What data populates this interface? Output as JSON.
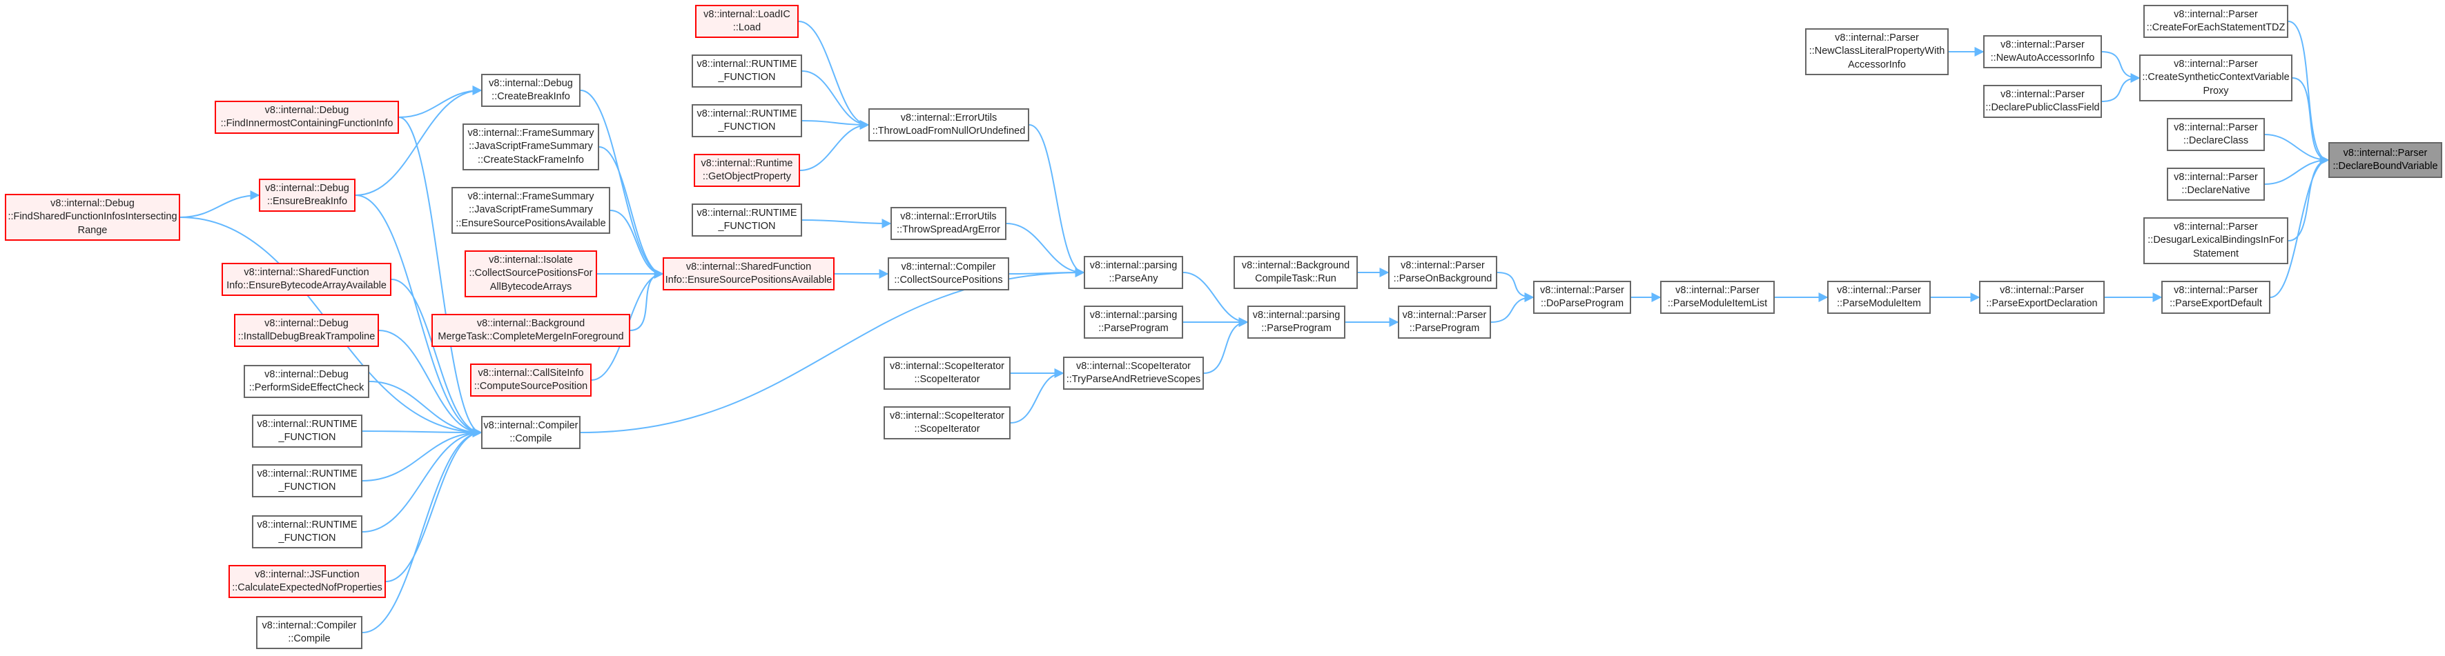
{
  "colors": {
    "edge": "#63b8ff",
    "node_border": "#666666",
    "incomplete_border": "#ff0000",
    "incomplete_fill": "#fff0f0",
    "selected_fill": "#999999"
  },
  "nodes": {
    "n_dbv": {
      "label": "v8::internal::Parser\n::DeclareBoundVariable",
      "style": "selected"
    },
    "n_cfest": {
      "label": "v8::internal::Parser\n::CreateForEachStatementTDZ",
      "style": "normal"
    },
    "n_cscvp": {
      "label": "v8::internal::Parser\n::CreateSyntheticContextVariable\nProxy",
      "style": "normal"
    },
    "n_dclass": {
      "label": "v8::internal::Parser\n::DeclareClass",
      "style": "normal"
    },
    "n_dnative": {
      "label": "v8::internal::Parser\n::DeclareNative",
      "style": "normal"
    },
    "n_dlbifs": {
      "label": "v8::internal::Parser\n::DesugarLexicalBindingsInFor\nStatement",
      "style": "normal"
    },
    "n_ped": {
      "label": "v8::internal::Parser\n::ParseExportDefault",
      "style": "normal"
    },
    "n_naai": {
      "label": "v8::internal::Parser\n::NewAutoAccessorInfo",
      "style": "normal"
    },
    "n_dpcf": {
      "label": "v8::internal::Parser\n::DeclarePublicClassField",
      "style": "normal"
    },
    "n_nclpwai": {
      "label": "v8::internal::Parser\n::NewClassLiteralPropertyWith\nAccessorInfo",
      "style": "normal"
    },
    "n_pedecl": {
      "label": "v8::internal::Parser\n::ParseExportDeclaration",
      "style": "normal"
    },
    "n_pmi": {
      "label": "v8::internal::Parser\n::ParseModuleItem",
      "style": "normal"
    },
    "n_pmil": {
      "label": "v8::internal::Parser\n::ParseModuleItemList",
      "style": "normal"
    },
    "n_dpp": {
      "label": "v8::internal::Parser\n::DoParseProgram",
      "style": "normal"
    },
    "n_pob": {
      "label": "v8::internal::Parser\n::ParseOnBackground",
      "style": "normal"
    },
    "n_pprog": {
      "label": "v8::internal::Parser\n::ParseProgram",
      "style": "normal"
    },
    "n_bctrun": {
      "label": "v8::internal::Background\nCompileTask::Run",
      "style": "normal"
    },
    "n_parsingpp": {
      "label": "v8::internal::parsing\n::ParseProgram",
      "style": "normal"
    },
    "n_parsingpp2": {
      "label": "v8::internal::parsing\n::ParseProgram",
      "style": "normal"
    },
    "n_parseany": {
      "label": "v8::internal::parsing\n::ParseAny",
      "style": "normal"
    },
    "n_sitrars": {
      "label": "v8::internal::ScopeIterator\n::TryParseAndRetrieveScopes",
      "style": "normal"
    },
    "n_si1": {
      "label": "v8::internal::ScopeIterator\n::ScopeIterator",
      "style": "normal"
    },
    "n_si2": {
      "label": "v8::internal::ScopeIterator\n::ScopeIterator",
      "style": "normal"
    },
    "n_eutlfnou": {
      "label": "v8::internal::ErrorUtils\n::ThrowLoadFromNullOrUndefined",
      "style": "normal"
    },
    "n_eutsae": {
      "label": "v8::internal::ErrorUtils\n::ThrowSpreadArgError",
      "style": "normal"
    },
    "n_ccsp": {
      "label": "v8::internal::Compiler\n::CollectSourcePositions",
      "style": "normal"
    },
    "n_loadic": {
      "label": "v8::internal::LoadIC\n::Load",
      "style": "red"
    },
    "n_rf1": {
      "label": "v8::internal::RUNTIME\n_FUNCTION",
      "style": "normal"
    },
    "n_rf2": {
      "label": "v8::internal::RUNTIME\n_FUNCTION",
      "style": "normal"
    },
    "n_rgop": {
      "label": "v8::internal::Runtime\n::GetObjectProperty",
      "style": "red"
    },
    "n_rf3": {
      "label": "v8::internal::RUNTIME\n_FUNCTION",
      "style": "normal"
    },
    "n_sfiesp": {
      "label": "v8::internal::SharedFunction\nInfo::EnsureSourcePositionsAvailable",
      "style": "red"
    },
    "n_dcbi": {
      "label": "v8::internal::Debug\n::CreateBreakInfo",
      "style": "normal"
    },
    "n_fsjfscsfi": {
      "label": "v8::internal::FrameSummary\n::JavaScriptFrameSummary\n::CreateStackFrameInfo",
      "style": "normal"
    },
    "n_fsjfsespa": {
      "label": "v8::internal::FrameSummary\n::JavaScriptFrameSummary\n::EnsureSourcePositionsAvailable",
      "style": "normal"
    },
    "n_icspfaba": {
      "label": "v8::internal::Isolate\n::CollectSourcePositionsFor\nAllBytecodeArrays",
      "style": "red"
    },
    "n_bmtcmif": {
      "label": "v8::internal::Background\nMergeTask::CompleteMergeInForeground",
      "style": "red"
    },
    "n_csicsp": {
      "label": "v8::internal::CallSiteInfo\n::ComputeSourcePosition",
      "style": "red"
    },
    "n_ccompile": {
      "label": "v8::internal::Compiler\n::Compile",
      "style": "normal"
    },
    "n_dficfi": {
      "label": "v8::internal::Debug\n::FindInnermostContainingFunctionInfo",
      "style": "red"
    },
    "n_debi": {
      "label": "v8::internal::Debug\n::EnsureBreakInfo",
      "style": "red"
    },
    "n_dfsfiir": {
      "label": "v8::internal::Debug\n::FindSharedFunctionInfosIntersecting\nRange",
      "style": "red"
    },
    "n_sfiebaa": {
      "label": "v8::internal::SharedFunction\nInfo::EnsureBytecodeArrayAvailable",
      "style": "red"
    },
    "n_didbt": {
      "label": "v8::internal::Debug\n::InstallDebugBreakTrampoline",
      "style": "red"
    },
    "n_dpsec": {
      "label": "v8::internal::Debug\n::PerformSideEffectCheck",
      "style": "normal"
    },
    "n_rf4": {
      "label": "v8::internal::RUNTIME\n_FUNCTION",
      "style": "normal"
    },
    "n_rf5": {
      "label": "v8::internal::RUNTIME\n_FUNCTION",
      "style": "normal"
    },
    "n_rf6": {
      "label": "v8::internal::RUNTIME\n_FUNCTION",
      "style": "normal"
    },
    "n_jsfcenop": {
      "label": "v8::internal::JSFunction\n::CalculateExpectedNofProperties",
      "style": "red"
    },
    "n_ccompile2": {
      "label": "v8::internal::Compiler\n::Compile",
      "style": "normal"
    }
  }
}
